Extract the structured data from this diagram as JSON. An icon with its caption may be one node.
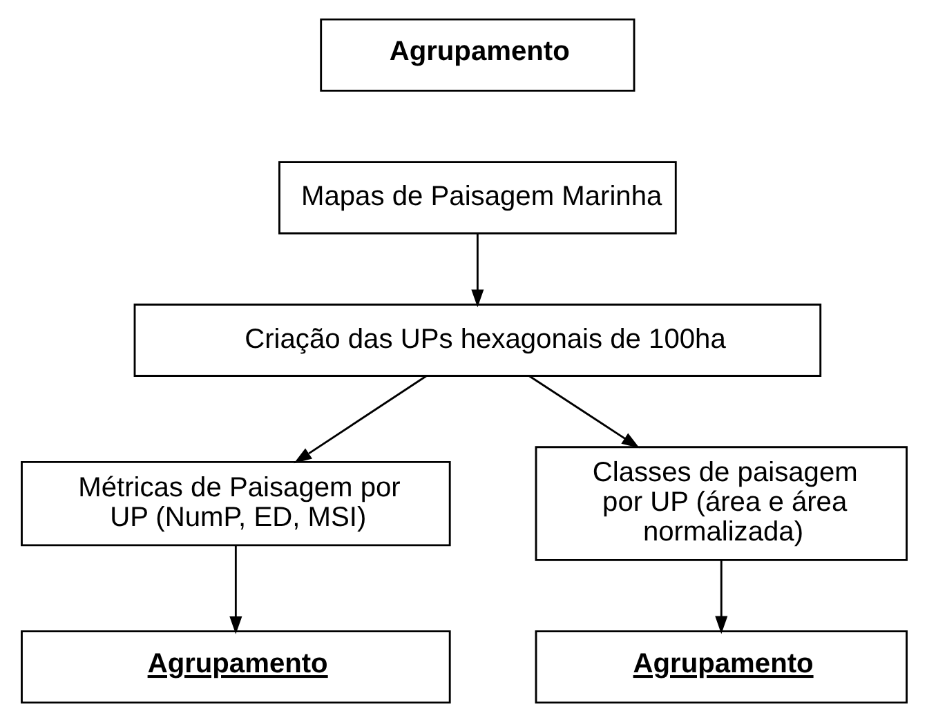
{
  "diagram": {
    "nodes": [
      {
        "text": [
          "Agrupamento"
        ]
      },
      {
        "text": [
          "Mapas de Paisagem Marinha"
        ]
      },
      {
        "text": [
          "Criação das UPs hexagonais de 100ha"
        ]
      },
      {
        "text": [
          "Métricas de Paisagem por UP (NumP, ED, MSI)"
        ]
      },
      {
        "text": [
          "Classes de paisagem por UP (área e área normalizada)"
        ]
      },
      {
        "text": [
          "Agrupamento"
        ]
      },
      {
        "text": [
          "Agrupamento"
        ]
      }
    ],
    "edges": [
      {
        "from": 1,
        "to": 2,
        "arrow": "to"
      },
      {
        "from": 2,
        "to": 3,
        "arrow": "to"
      },
      {
        "from": 2,
        "to": 4,
        "arrow": "to"
      },
      {
        "from": 3,
        "to": 5,
        "arrow": "to"
      },
      {
        "from": 4,
        "to": 6,
        "arrow": "to"
      }
    ]
  }
}
